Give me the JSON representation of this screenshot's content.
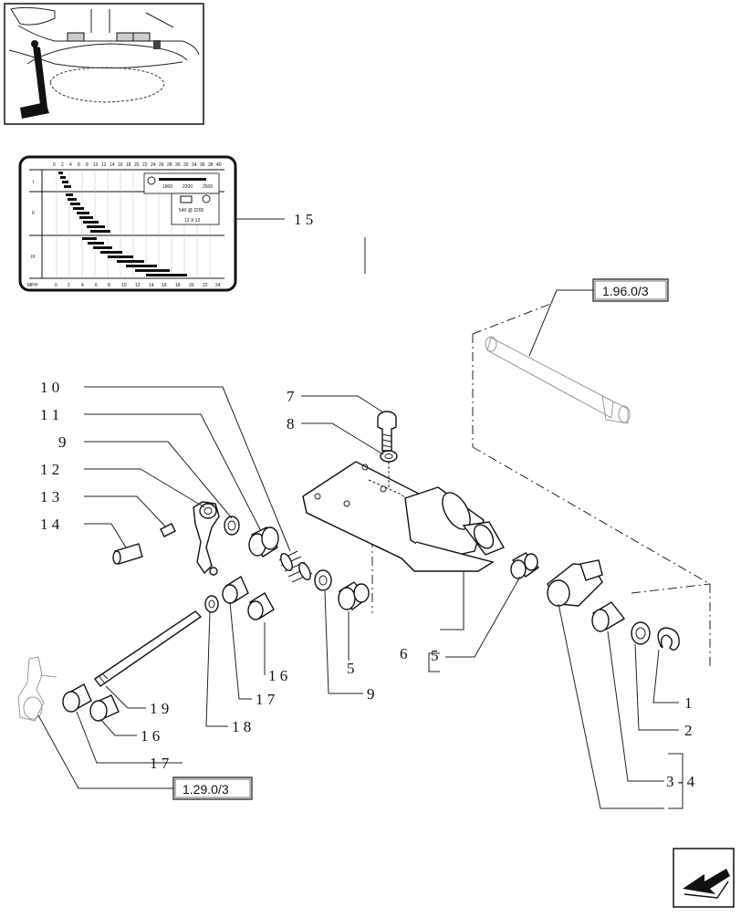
{
  "gear_chart": {
    "top_scale": [
      "0",
      "2",
      "4",
      "6",
      "8",
      "10",
      "12",
      "14",
      "16",
      "18",
      "20",
      "22",
      "24",
      "26",
      "28",
      "30",
      "32",
      "34",
      "36",
      "38",
      "40"
    ],
    "bottom_unit": "MPH",
    "bottom_scale": [
      "0",
      "2",
      "4",
      "6",
      "8",
      "10",
      "12",
      "14",
      "16",
      "18",
      "20",
      "22",
      "24"
    ],
    "groups": [
      "I",
      "II",
      "III"
    ],
    "rpm_labels": [
      "1800",
      "2200",
      "2500"
    ],
    "tyre_size": "540 @ 2200",
    "tyre_dims": "12  X  12"
  },
  "callouts": {
    "n1": "1",
    "n2": "2",
    "n3_4": "3 - 4",
    "n5a": "5",
    "n6": "6",
    "n5b": "5",
    "n7": "7",
    "n8": "8",
    "n9a": "9",
    "n9b": "9",
    "n10": "1 0",
    "n11": "1 1",
    "n12": "1 2",
    "n13": "1 3",
    "n14": "1 4",
    "n15": "1 5",
    "n16a": "1 6",
    "n16b": "1 6",
    "n17a": "1 7",
    "n17b": "1 7",
    "n18": "1 8",
    "n19": "1 9"
  },
  "references": {
    "ref_top": "1.96.0/3",
    "ref_bottom": "1.29.0/3"
  },
  "icons": {
    "nav": "next-page-arrow-icon"
  }
}
